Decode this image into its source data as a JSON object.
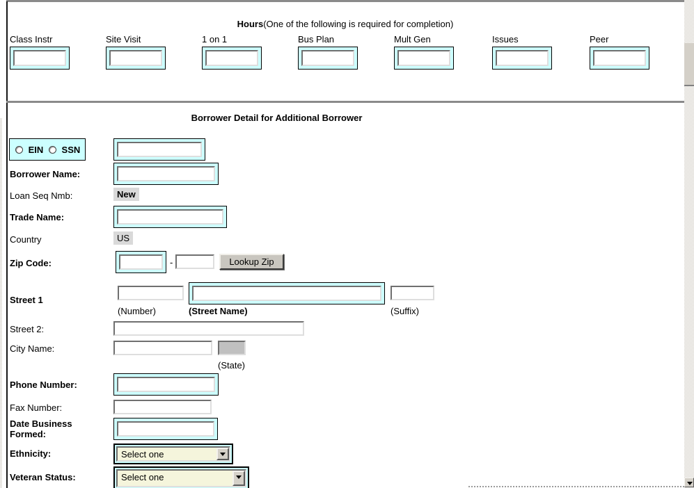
{
  "colors": {
    "accent_cyan": "#ccffff",
    "select_bg": "#f5f5dc",
    "badge_bg": "#d9d9d9",
    "state_disabled_bg": "#c0c0c0"
  },
  "hours": {
    "title_bold": "Hours",
    "title_rest": "(One of the following is required for completion)",
    "fields": [
      "Class Instr",
      "Site Visit",
      "1 on 1",
      "Bus Plan",
      "Mult Gen",
      "Issues",
      "Peer"
    ]
  },
  "borrower": {
    "header": "Borrower Detail for Additional Borrower",
    "radio_ein": "EIN",
    "radio_ssn": "SSN",
    "labels": {
      "borrower_name": "Borrower Name:",
      "loan_seq": "Loan Seq Nmb:",
      "trade_name": "Trade Name:",
      "country": "Country",
      "zip": "Zip Code:",
      "street1": "Street 1",
      "street2": "Street 2:",
      "city": "City Name:",
      "phone": "Phone Number:",
      "fax": "Fax Number:",
      "date_formed_line1": "Date Business",
      "date_formed_line2": "Formed:",
      "ethnicity": "Ethnicity:",
      "veteran": "Veteran Status:"
    },
    "values": {
      "loan_seq": "New",
      "country": "US"
    },
    "sublabels": {
      "number": "(Number)",
      "street_name": "(Street Name)",
      "suffix": "(Suffix)",
      "state": "(State)"
    },
    "zip_dash": "-",
    "lookup_zip_button": "Lookup Zip",
    "ethnicity_value": "Select one",
    "veteran_value": "Select one"
  }
}
